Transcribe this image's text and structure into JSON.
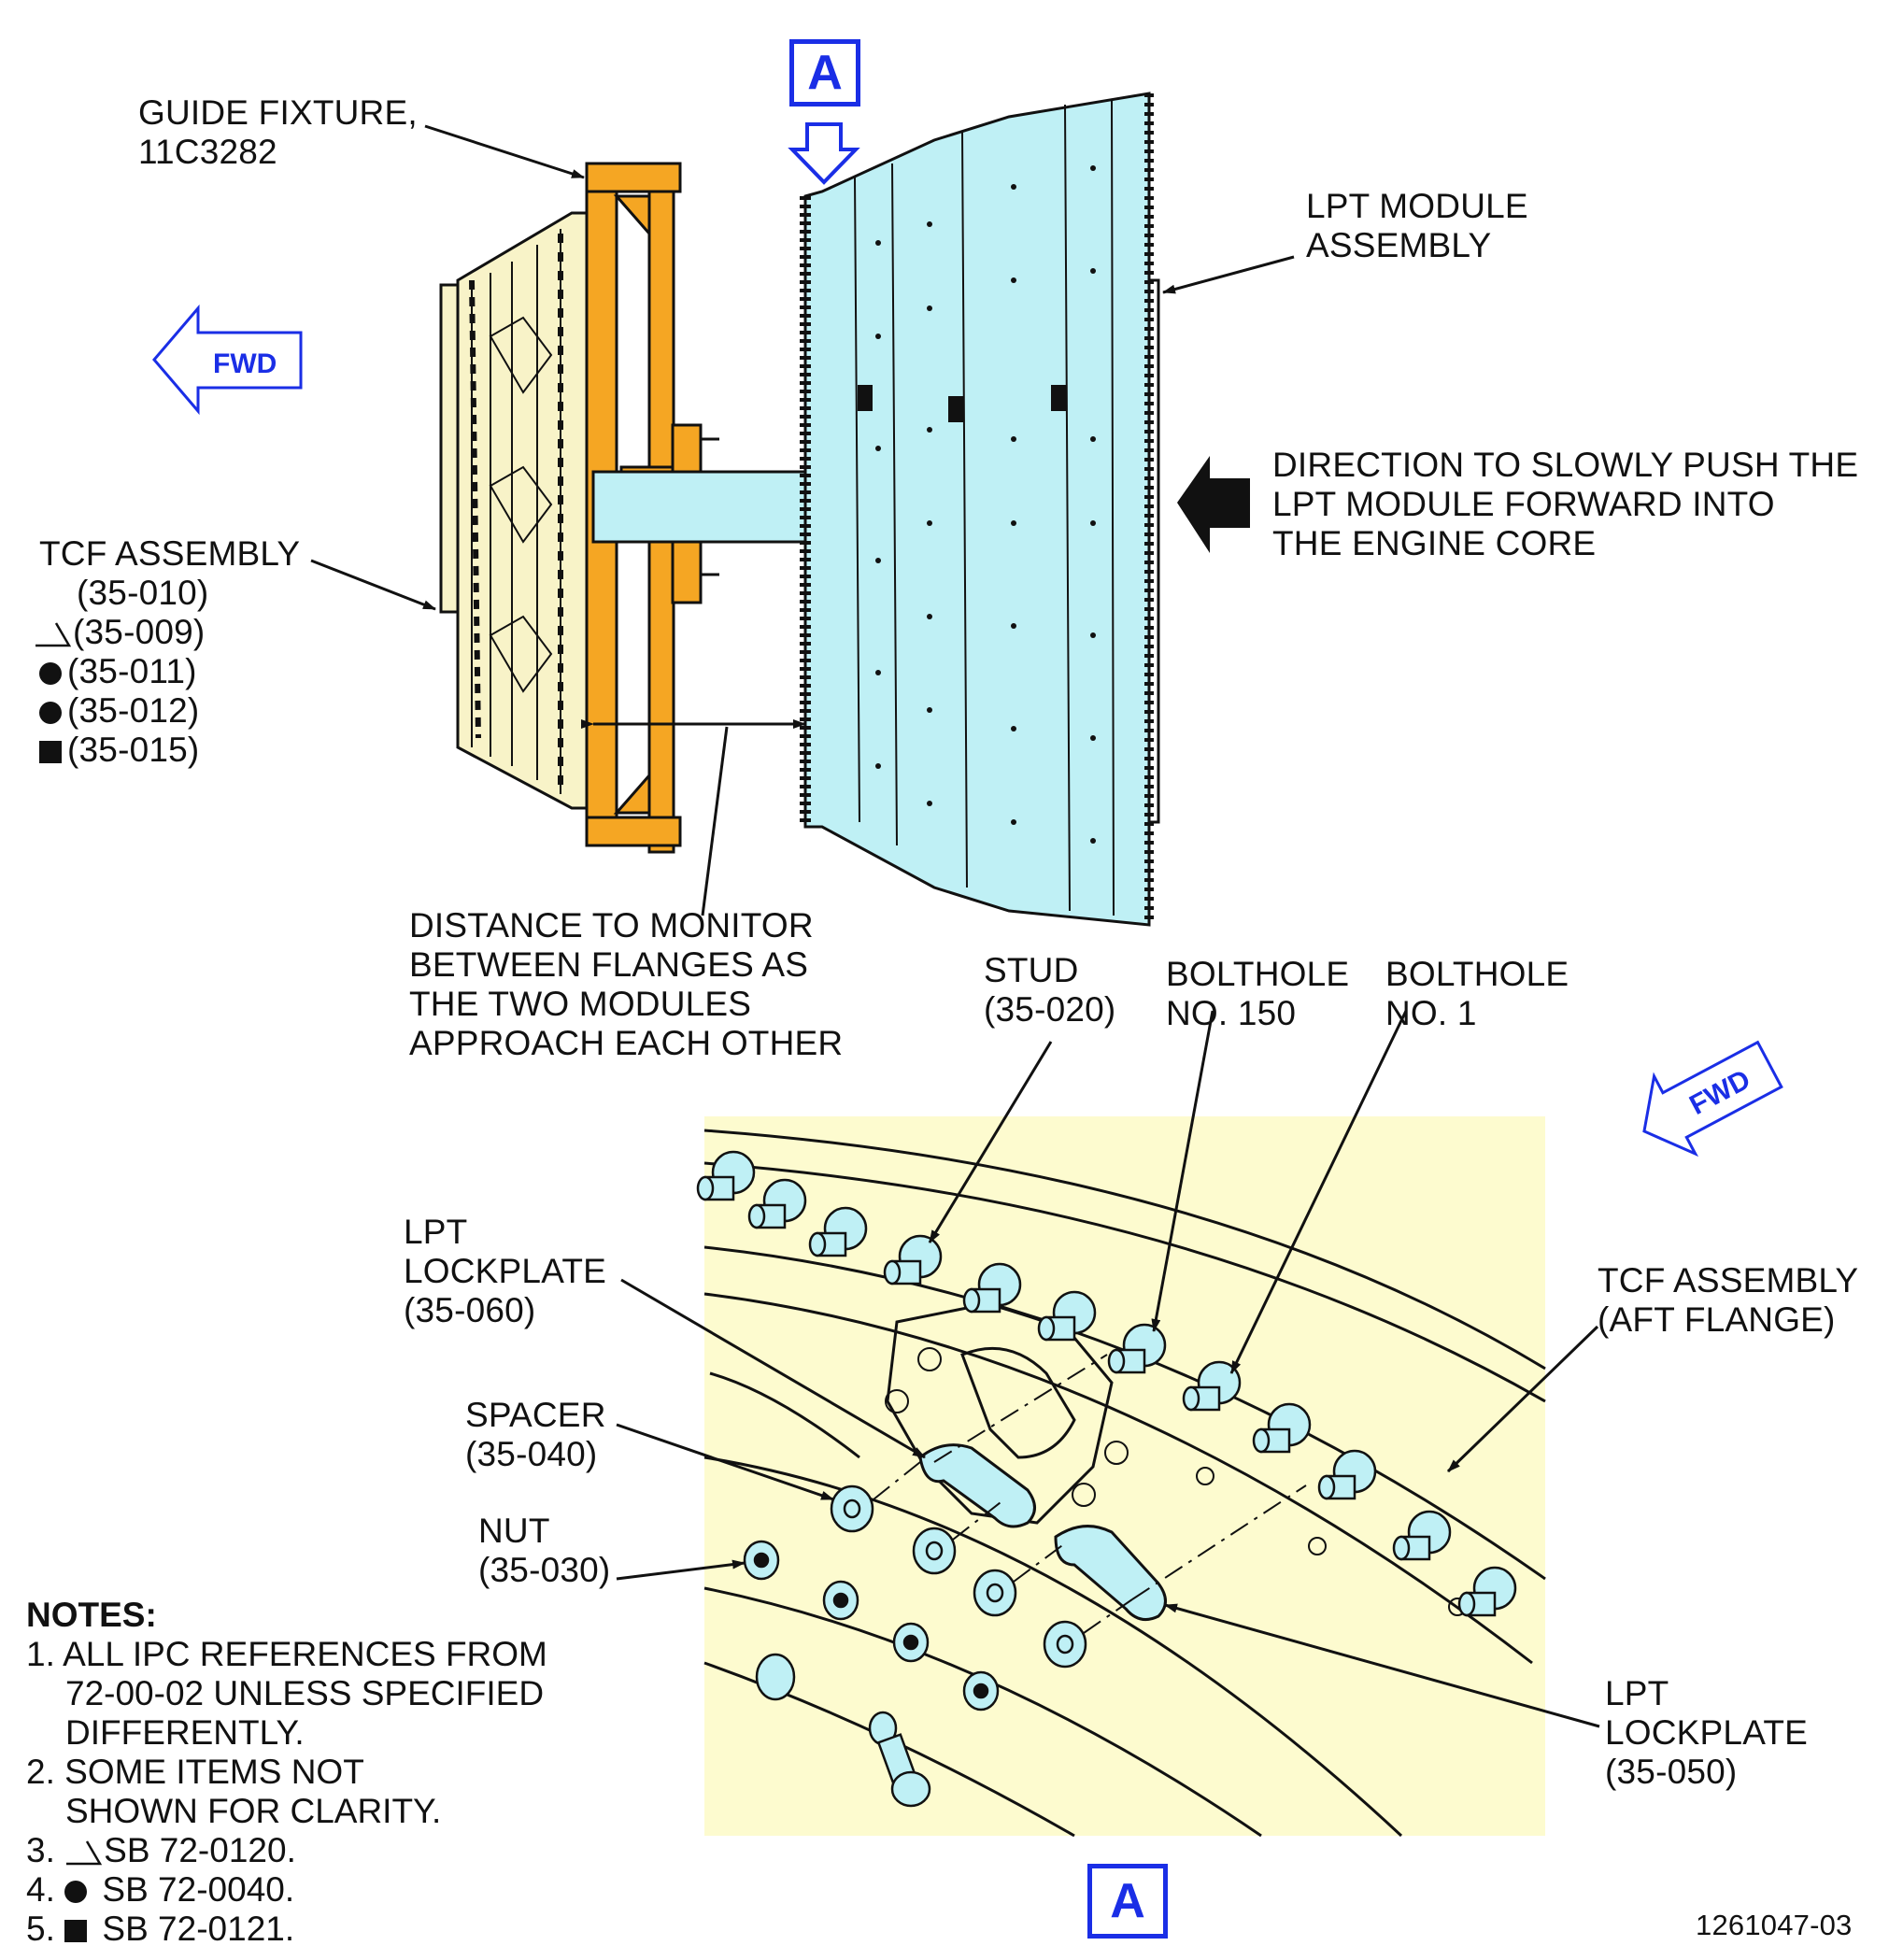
{
  "view_label": "A",
  "fwd_label": "FWD",
  "labels": {
    "guide_fixture": "GUIDE FIXTURE,\n11C3282",
    "lpt_module": "LPT MODULE\nASSEMBLY",
    "direction": "DIRECTION TO SLOWLY PUSH THE\nLPT MODULE FORWARD INTO\nTHE ENGINE CORE",
    "distance": "DISTANCE TO MONITOR\nBETWEEN FLANGES AS\nTHE TWO MODULES\nAPPROACH EACH OTHER",
    "tcf_assembly": "TCF ASSEMBLY",
    "tcf_ref1": "(35-010)",
    "tcf_ref2": "(35-009)",
    "tcf_ref3": "(35-011)",
    "tcf_ref4": "(35-012)",
    "tcf_ref5": "(35-015)",
    "stud": "STUD\n(35-020)",
    "bolthole_150": "BOLTHOLE\nNO. 150",
    "bolthole_1": "BOLTHOLE\nNO. 1",
    "lockplate_060": "LPT\nLOCKPLATE\n(35-060)",
    "spacer": "SPACER\n(35-040)",
    "nut": "NUT\n(35-030)",
    "tcf_aft": "TCF ASSEMBLY\n(AFT FLANGE)",
    "lockplate_050": "LPT\nLOCKPLATE\n(35-050)"
  },
  "notes": {
    "heading": "NOTES:",
    "n1a": "1. ALL IPC REFERENCES FROM",
    "n1b": "72-00-02 UNLESS SPECIFIED",
    "n1c": "DIFFERENTLY.",
    "n2a": "2. SOME ITEMS NOT",
    "n2b": "SHOWN FOR CLARITY.",
    "n3_num": "3.",
    "n3": "SB 72-0120.",
    "n4_num": "4.",
    "n4": "SB 72-0040.",
    "n5_num": "5.",
    "n5": "SB 72-0121."
  },
  "figure_id": "1261047-03",
  "colors": {
    "lpt_module": "#bff0f5",
    "guide_fixture": "#f5a623",
    "tcf_assembly": "#f8f3c8",
    "detail_bg": "#fdfbcf",
    "callout_blue": "#1a2ee6"
  }
}
